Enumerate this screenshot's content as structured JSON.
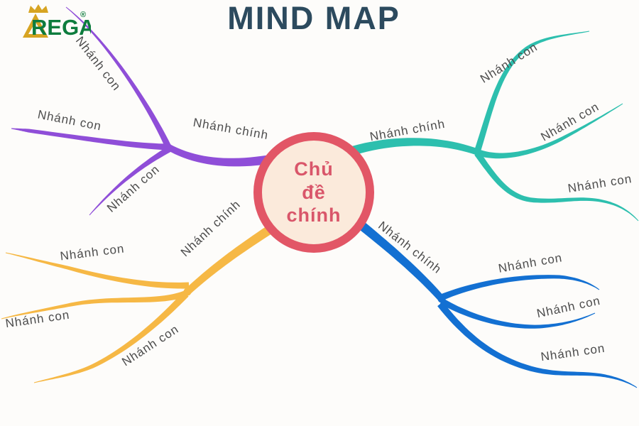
{
  "logo": {
    "text": "REGA",
    "registered": "®",
    "text_color": "#0d7c3d",
    "gold": "#d7a422"
  },
  "title": {
    "text": "MIND MAP",
    "color": "#2c4a5e"
  },
  "center": {
    "lines": [
      "Chủ",
      "đề",
      "chính"
    ],
    "fill": "#fbeadb",
    "border_color": "#e25666",
    "text_color": "#d9566a"
  },
  "label_color": "#4c4c4c",
  "branches": [
    {
      "name": "top-left",
      "label": "Nhánh chính",
      "color": "#8f4ed8",
      "children": [
        "Nhánh con",
        "Nhánh con",
        "Nhánh con"
      ]
    },
    {
      "name": "top-right",
      "label": "Nhánh chính",
      "color": "#2dbfae",
      "children": [
        "Nhánh con",
        "Nhánh con",
        "Nhánh con"
      ]
    },
    {
      "name": "bottom-left",
      "label": "Nhánh chính",
      "color": "#f6b845",
      "children": [
        "Nhánh con",
        "Nhánh con",
        "Nhánh con"
      ]
    },
    {
      "name": "bottom-right",
      "label": "Nhánh chính",
      "color": "#1370d2",
      "children": [
        "Nhánh con",
        "Nhánh con",
        "Nhánh con"
      ]
    }
  ]
}
